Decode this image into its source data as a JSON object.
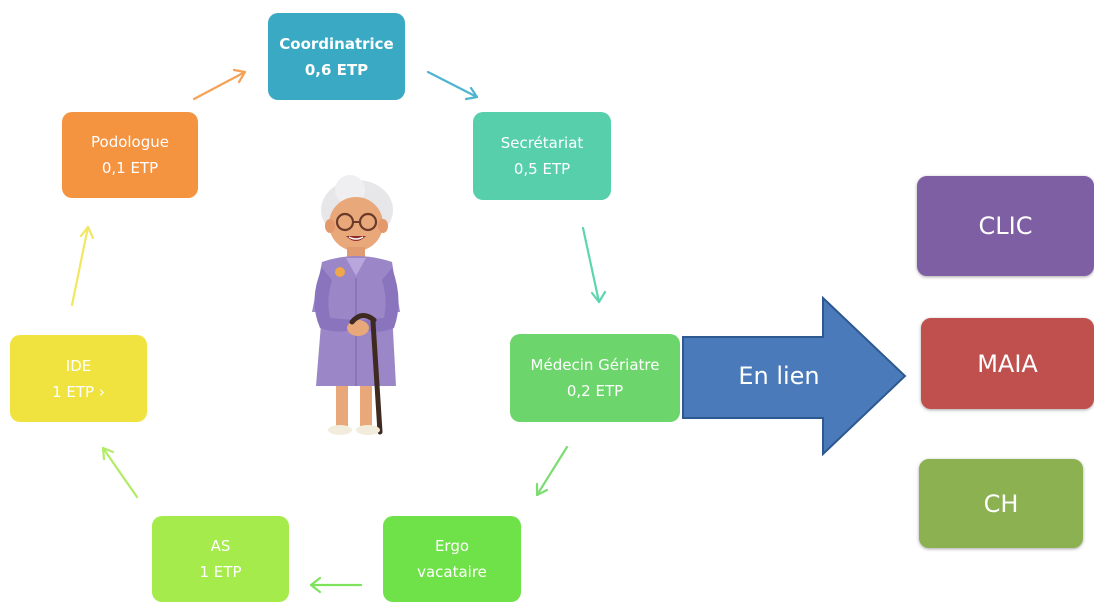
{
  "cycle": {
    "coordinatrice": {
      "title": "Coordinatrice",
      "sub": "0,6 ETP",
      "color": "#3aa9c4"
    },
    "secretariat": {
      "title": "Secrétariat",
      "sub": "0,5 ETP",
      "color": "#57cfaa"
    },
    "medecin": {
      "title": "Médecin Gériatre",
      "sub": "0,2 ETP",
      "color": "#6cd66c"
    },
    "ergo": {
      "title": "Ergo",
      "sub": "vacataire",
      "color": "#6fe24a"
    },
    "as": {
      "title": "AS",
      "sub": "1 ETP",
      "color": "#a6eb4c"
    },
    "ide": {
      "title": "IDE",
      "sub": "1 ETP ›",
      "color": "#f0e33f"
    },
    "podologue": {
      "title": "Podologue",
      "sub": "0,1 ETP",
      "color": "#f49340"
    }
  },
  "big_arrow": {
    "label": "En lien",
    "color": "#4a7ab9"
  },
  "partners": [
    {
      "label": "CLIC",
      "color": "#7f5fa3"
    },
    {
      "label": "MAIA",
      "color": "#c0504d"
    },
    {
      "label": "CH",
      "color": "#8bb150"
    }
  ]
}
